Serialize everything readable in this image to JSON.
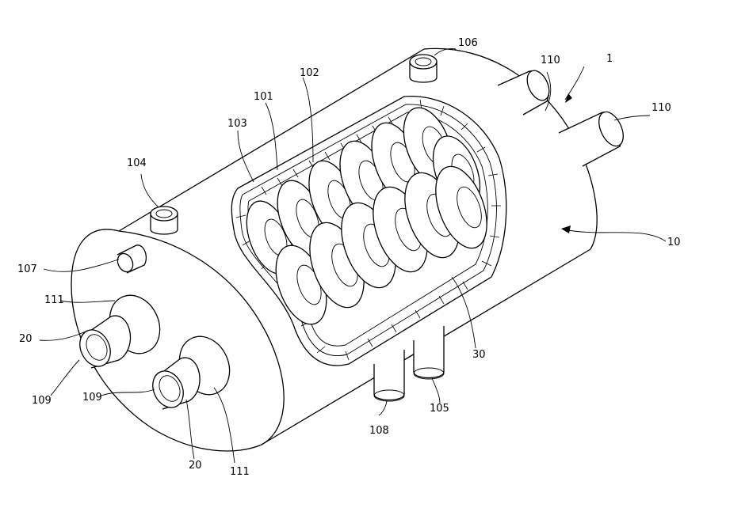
{
  "labels": {
    "assembly": "1",
    "housing": "10",
    "pipe": "20",
    "spiral": "30",
    "layer_101": "101",
    "layer_102": "102",
    "layer_103": "103",
    "port_104": "104",
    "port_105": "105",
    "port_106": "106",
    "port_107": "107",
    "port_108": "108",
    "port_109": "109",
    "port_110": "110",
    "collar_111": "111"
  }
}
